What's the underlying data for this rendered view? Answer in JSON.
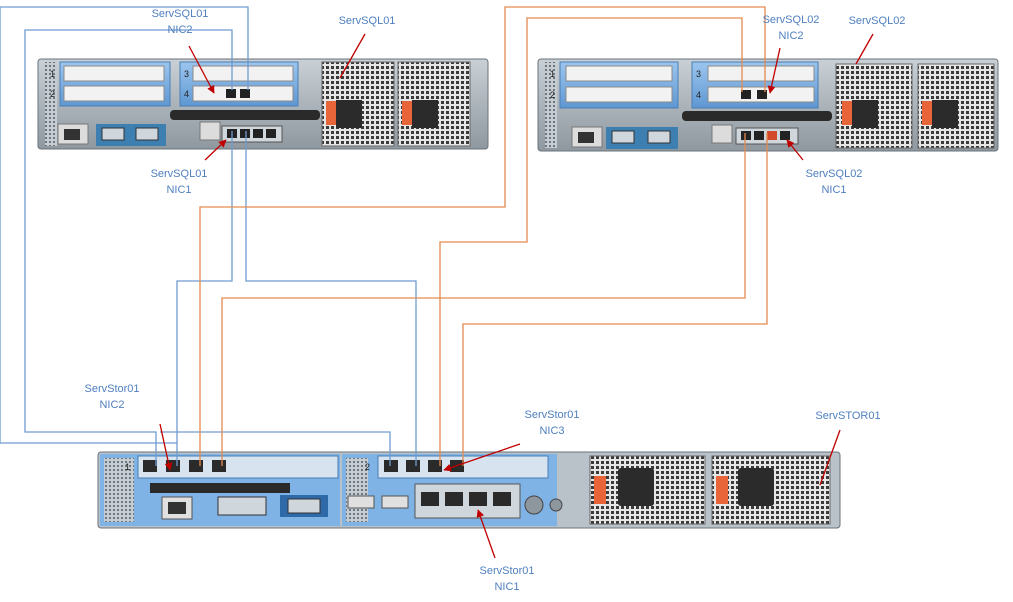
{
  "labels": {
    "sql01_nic2": [
      "ServSQL01",
      "NIC2"
    ],
    "sql01_name": "ServSQL01",
    "sql01_nic1": [
      "ServSQL01",
      "NIC1"
    ],
    "sql02_nic2": [
      "ServSQL02",
      "NIC2"
    ],
    "sql02_name": "ServSQL02",
    "sql02_nic1": [
      "ServSQL02",
      "NIC1"
    ],
    "stor_nic2": [
      "ServStor01",
      "NIC2"
    ],
    "stor_nic3": [
      "ServStor01",
      "NIC3"
    ],
    "stor_name": "ServSTOR01",
    "stor_nic1": [
      "ServStor01",
      "NIC1"
    ]
  },
  "servers": [
    {
      "id": "servsql01",
      "kind": "2U"
    },
    {
      "id": "servsql02",
      "kind": "2U"
    },
    {
      "id": "servstor01",
      "kind": "1U"
    }
  ],
  "colors": {
    "label": "#4f7fbf",
    "cable_blue": "#6f9bd1",
    "cable_orange": "#e58a4e",
    "pointer": "#c00000",
    "chassis": "#9aa3ab",
    "bezel_blue": "#7fb2e5"
  }
}
